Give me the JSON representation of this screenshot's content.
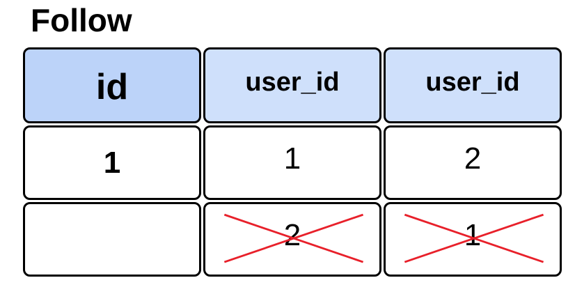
{
  "title": "Follow",
  "columns": [
    "id",
    "user_id",
    "user_id"
  ],
  "rows": [
    {
      "id": "1",
      "user_id_1": "1",
      "user_id_2": "2",
      "struck": false
    },
    {
      "id": "",
      "user_id_1": "2",
      "user_id_2": "1",
      "struck": true
    }
  ],
  "colors": {
    "header_key_fill": "#bcd3f9",
    "header_fill": "#cfe0fb",
    "border": "#000000",
    "strike": "#e8202a"
  }
}
